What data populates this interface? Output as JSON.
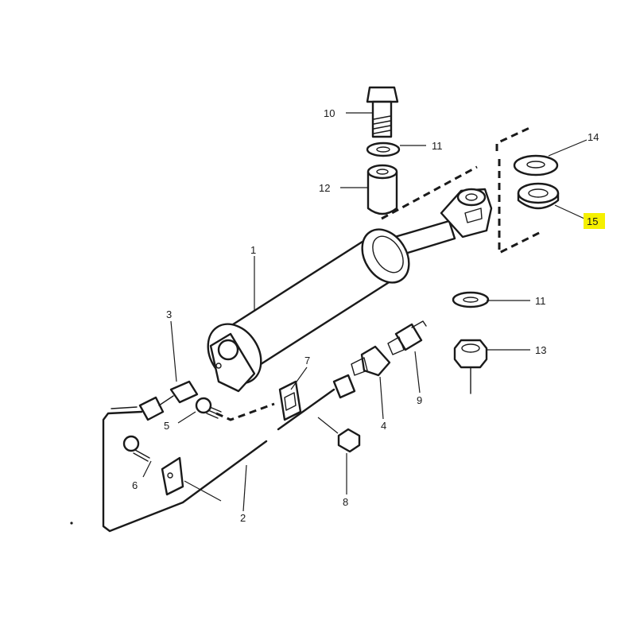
{
  "callouts": {
    "c1": "1",
    "c2": "2",
    "c3": "3",
    "c4": "4",
    "c5": "5",
    "c6": "6",
    "c7": "7",
    "c8": "8",
    "c9": "9",
    "c10": "10",
    "c11a": "11",
    "c11b": "11",
    "c12": "12",
    "c13": "13",
    "c14": "14",
    "c15": "15"
  },
  "highlight": {
    "label": "15",
    "color": "#f5f000"
  }
}
